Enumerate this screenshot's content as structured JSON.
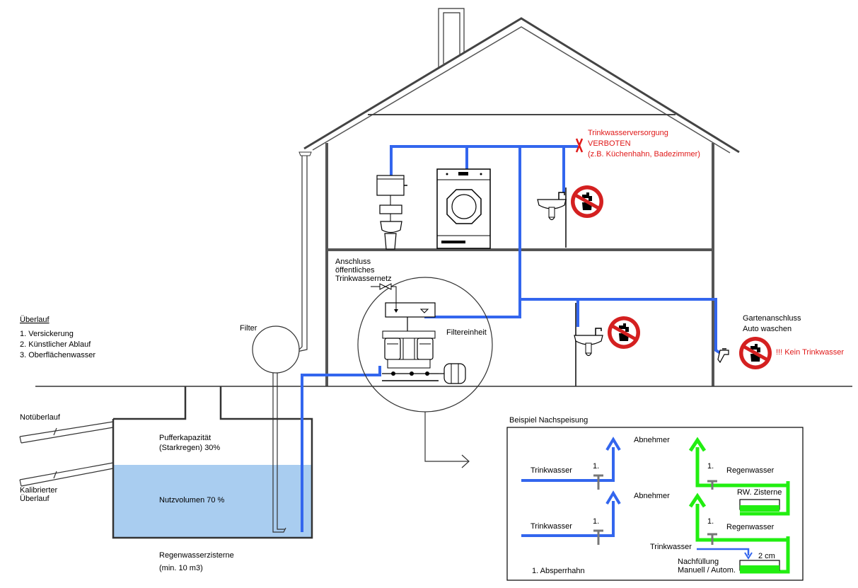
{
  "overflow_block": {
    "title": "Überlauf",
    "items": [
      "1. Versickerung",
      "2. Künstlicher Ablauf",
      "3. Oberflächenwasser"
    ]
  },
  "filter_label": "Filter",
  "connection_label": [
    "Anschluss",
    "öffentliches",
    "Trinkwassernetz"
  ],
  "filter_unit_label": "Filtereinheit",
  "drinking_water_warning": [
    "Trinkwasserversorgung",
    "VERBOTEN",
    "(z.B. Küchenhahn, Badezimmer)"
  ],
  "garden_label": [
    "Gartenanschluss",
    "Auto waschen"
  ],
  "no_drinking_label": "!!! Kein Trinkwasser",
  "emergency_overflow": "Notüberlauf",
  "calibrated_overflow": [
    "Kalibrierter",
    "Überlauf"
  ],
  "buffer_label": [
    "Pufferkapazität",
    "(Starkregen) 30%"
  ],
  "usable_volume": "Nutzvolumen 70 %",
  "cistern_label": "Regenwasserzisterne",
  "cistern_min": "(min. 10 m3)",
  "example": {
    "title": "Beispiel Nachspeisung",
    "consumer_1": "Abnehmer",
    "consumer_2": "Abnehmer",
    "drinking_1": "Trinkwasser",
    "drinking_2": "Trinkwasser",
    "drinking_3": "Trinkwasser",
    "valve_1": "1.",
    "valve_2": "1.",
    "valve_3": "1.",
    "valve_4": "1.",
    "rain_1": "Regenwasser",
    "rain_2": "Regenwasser",
    "rw_cistern": "RW. Zisterne",
    "level": "2 cm",
    "refill": [
      "Nachfüllung",
      "Manuell / Autom."
    ],
    "legend": "1. Absperrhahn"
  },
  "colors": {
    "drinking_pipe": "#3366ee",
    "rain_pipe": "#22ee11",
    "water": "#a9cdf0",
    "warning": "#e01818"
  },
  "icons": [
    "no-drinking-water-icon",
    "washbasin-icon",
    "toilet-icon",
    "washing-machine-icon",
    "pump-unit-icon",
    "outdoor-tap-icon"
  ]
}
